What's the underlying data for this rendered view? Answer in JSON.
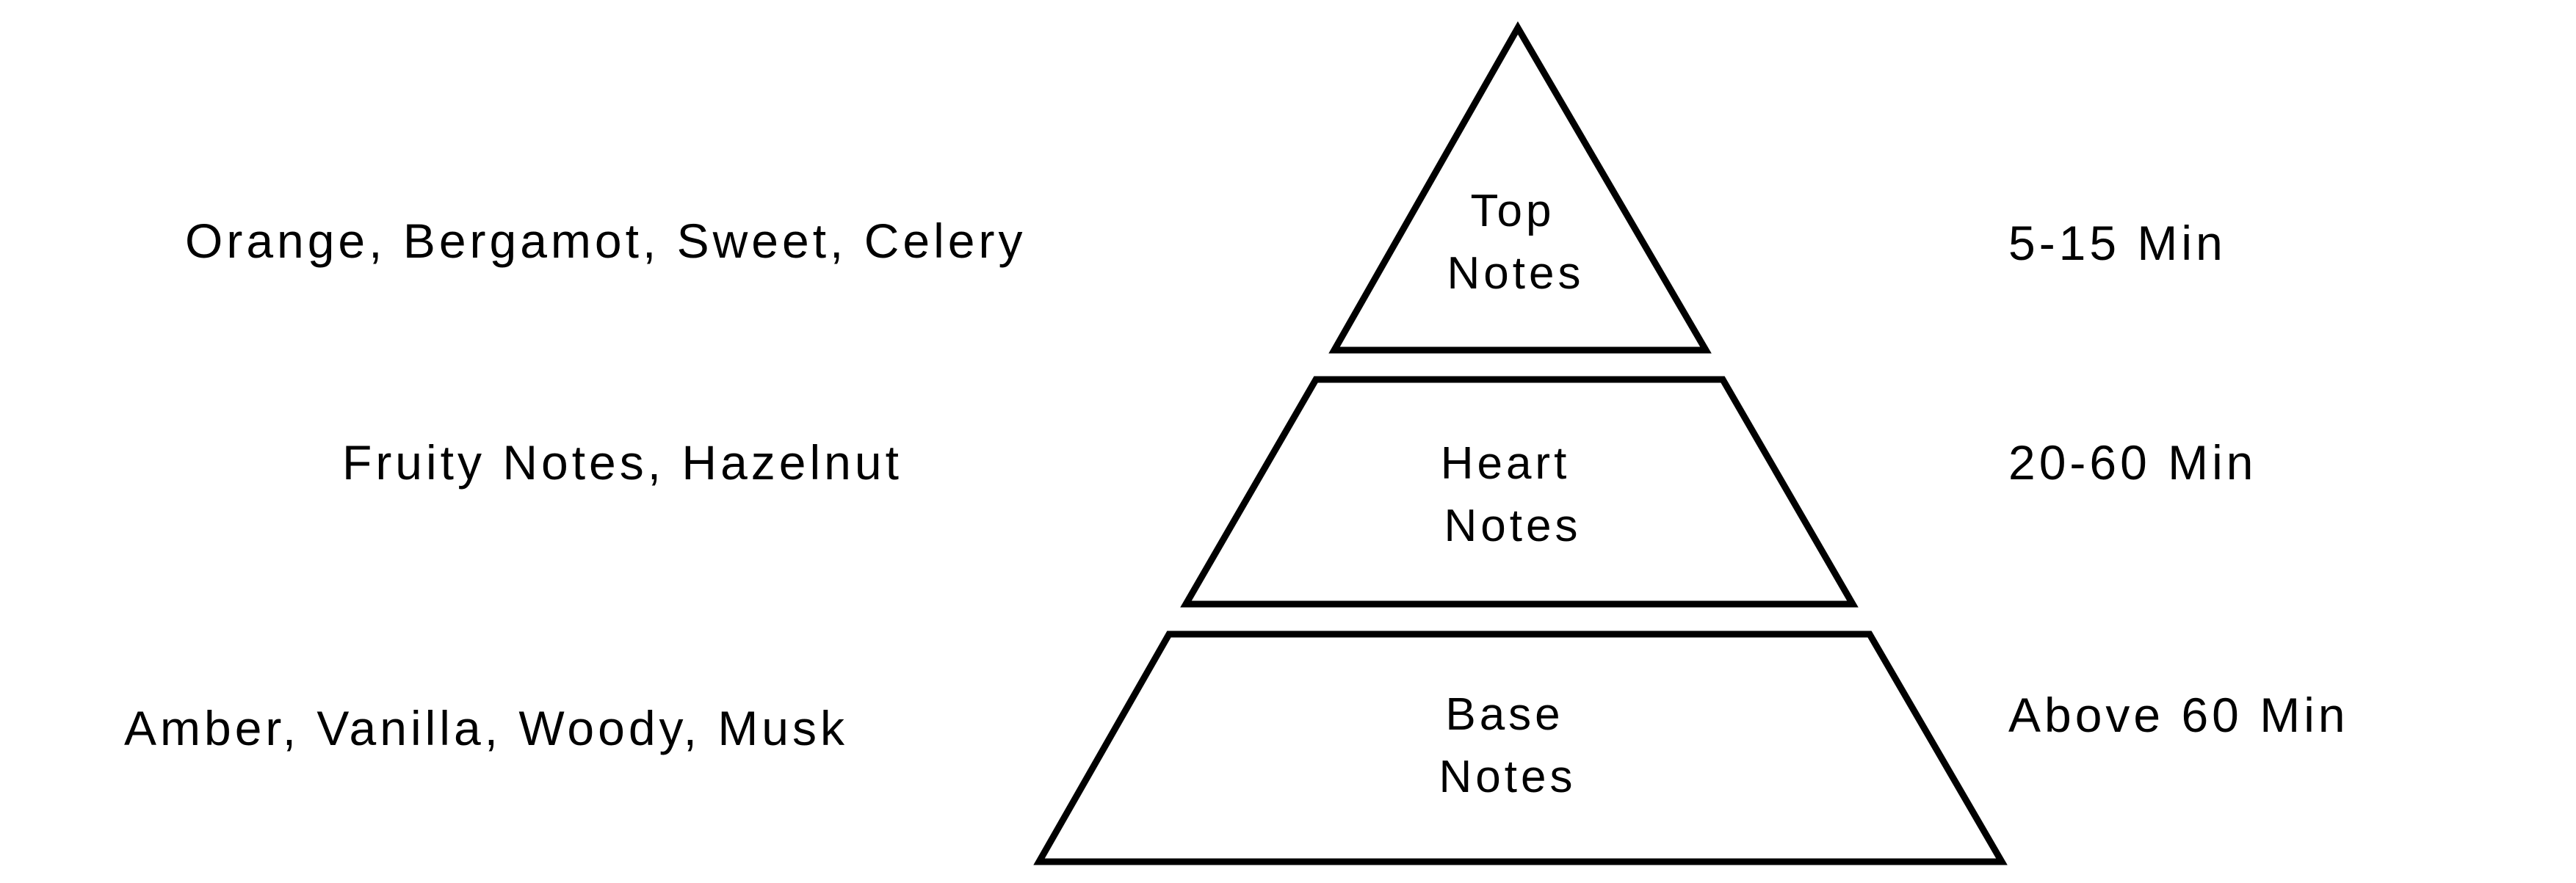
{
  "tiers": [
    {
      "title_line1": "Top",
      "title_line2": "Notes",
      "ingredients": "Orange, Bergamot, Sweet, Celery",
      "duration": "5-15 Min"
    },
    {
      "title_line1": "Heart",
      "title_line2": "Notes",
      "ingredients": "Fruity Notes, Hazelnut",
      "duration": "20-60 Min"
    },
    {
      "title_line1": "Base",
      "title_line2": "Notes",
      "ingredients": "Amber, Vanilla, Woody, Musk",
      "duration": "Above 60 Min"
    }
  ],
  "colors": {
    "stroke": "#000000",
    "background": "#ffffff"
  }
}
